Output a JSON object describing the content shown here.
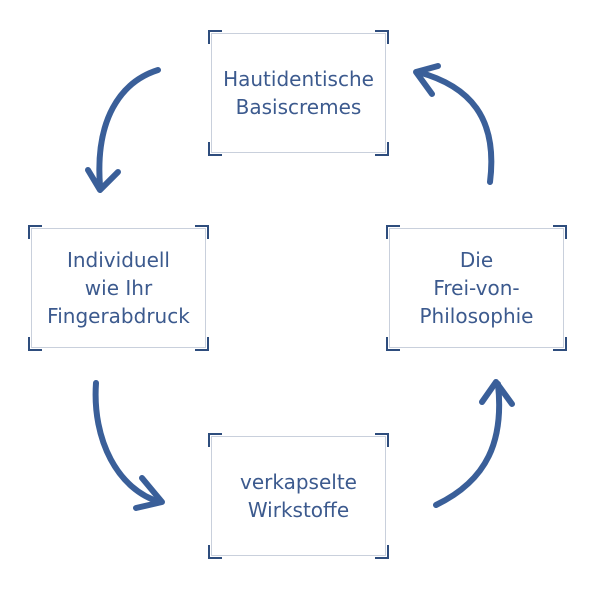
{
  "nodes": [
    {
      "id": "top",
      "lines": [
        "Hautidentische",
        "Basiscremes"
      ]
    },
    {
      "id": "left",
      "lines": [
        "Individuell",
        "wie Ihr",
        "Fingerabdruck"
      ]
    },
    {
      "id": "right",
      "lines": [
        "Die",
        "Frei-von-",
        "Philosophie"
      ]
    },
    {
      "id": "bottom",
      "lines": [
        "verkapselte",
        "Wirkstoffe"
      ]
    }
  ],
  "colors": {
    "arrow": "#3a5f99",
    "text": "#3c5a8e",
    "frame": "#c9d0dc",
    "corner": "#2e4d7d"
  }
}
